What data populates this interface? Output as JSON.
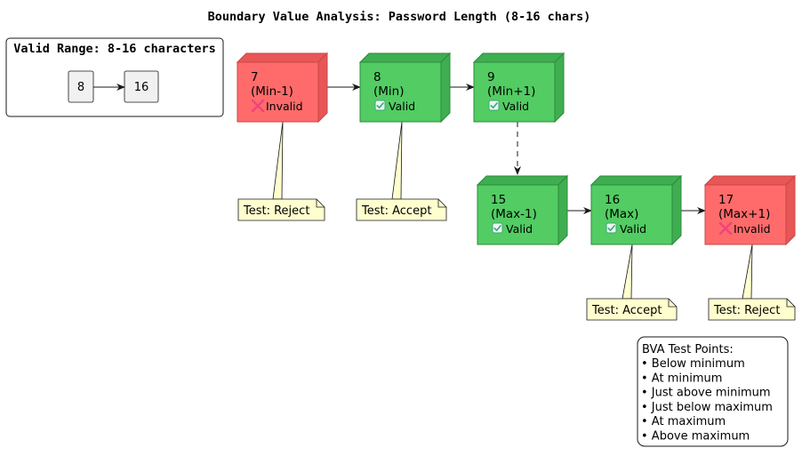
{
  "title": "Boundary Value Analysis: Password Length (8-16 chars)",
  "valid_range": {
    "title": "Valid Range: 8-16 characters",
    "min_label": "8",
    "max_label": "16"
  },
  "colors": {
    "valid_fill": "#52cc63",
    "valid_side": "#3fae50",
    "valid_stroke": "#2f8a3e",
    "invalid_fill": "#ff6b6b",
    "invalid_side": "#e85656",
    "invalid_stroke": "#c74747",
    "note_fill": "#fefece",
    "check_color": "#3fa67a",
    "cross_color": "#f0457a"
  },
  "nodes": [
    {
      "value": "7",
      "label": "(Min-1)",
      "status": "Invalid",
      "valid": false,
      "icon": "cross-icon"
    },
    {
      "value": "8",
      "label": "(Min)",
      "status": "Valid",
      "valid": true,
      "icon": "check-icon"
    },
    {
      "value": "9",
      "label": "(Min+1)",
      "status": "Valid",
      "valid": true,
      "icon": "check-icon"
    },
    {
      "value": "15",
      "label": "(Max-1)",
      "status": "Valid",
      "valid": true,
      "icon": "check-icon"
    },
    {
      "value": "16",
      "label": "(Max)",
      "status": "Valid",
      "valid": true,
      "icon": "check-icon"
    },
    {
      "value": "17",
      "label": "(Max+1)",
      "status": "Invalid",
      "valid": false,
      "icon": "cross-icon"
    }
  ],
  "notes": [
    {
      "text": "Test: Reject"
    },
    {
      "text": "Test: Accept"
    },
    {
      "text": "Test: Accept"
    },
    {
      "text": "Test: Reject"
    }
  ],
  "legend": {
    "title": "BVA Test Points:",
    "items": [
      "• Below minimum",
      "• At minimum",
      "• Just above minimum",
      "• Just below maximum",
      "• At maximum",
      "• Above maximum"
    ]
  }
}
